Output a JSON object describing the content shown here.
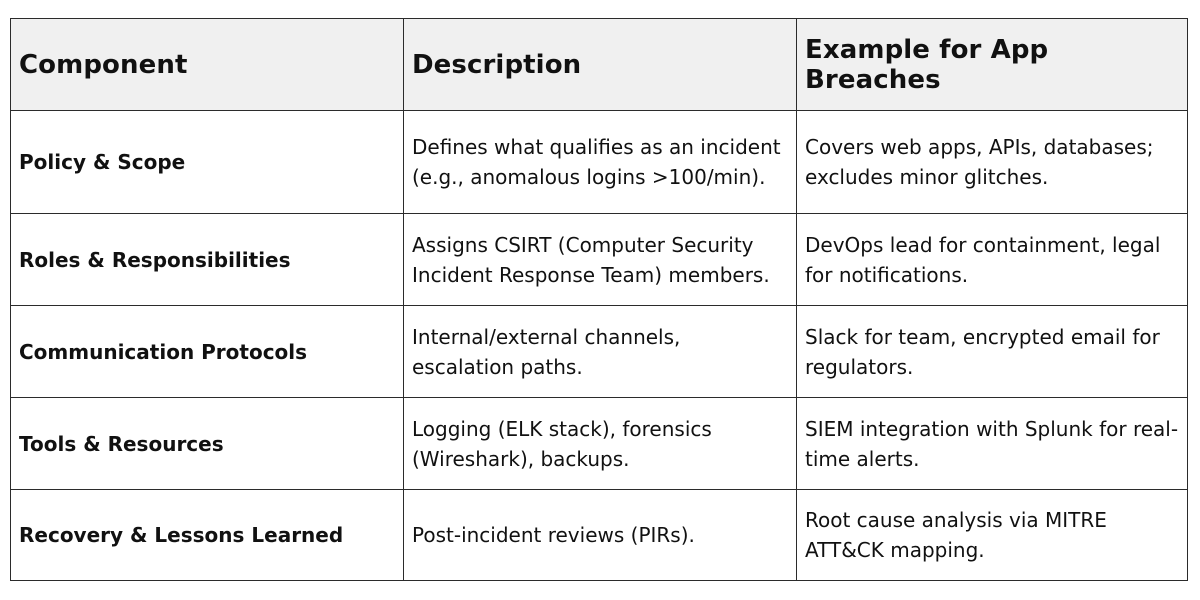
{
  "table": {
    "headers": [
      "Component",
      "Description",
      "Example for App Breaches"
    ],
    "rows": [
      {
        "component": "Policy & Scope",
        "description": "Defines what qualifies as an incident (e.g., anomalous logins >100/min).",
        "example": "Covers web apps, APIs, databases; excludes minor glitches."
      },
      {
        "component": "Roles & Responsibilities",
        "description": "Assigns CSIRT (Computer Security Incident Response Team) members.",
        "example": "DevOps lead for containment, legal for notifications."
      },
      {
        "component": "Communication Protocols",
        "description": "Internal/external channels, escalation paths.",
        "example": "Slack for team, encrypted email for regulators."
      },
      {
        "component": "Tools & Resources",
        "description": "Logging (ELK stack), forensics (Wireshark), backups.",
        "example": "SIEM integration with Splunk for real-time alerts."
      },
      {
        "component": "Recovery & Lessons Learned",
        "description": "Post-incident reviews (PIRs).",
        "example": "Root cause analysis via MITRE ATT&CK mapping."
      }
    ]
  }
}
